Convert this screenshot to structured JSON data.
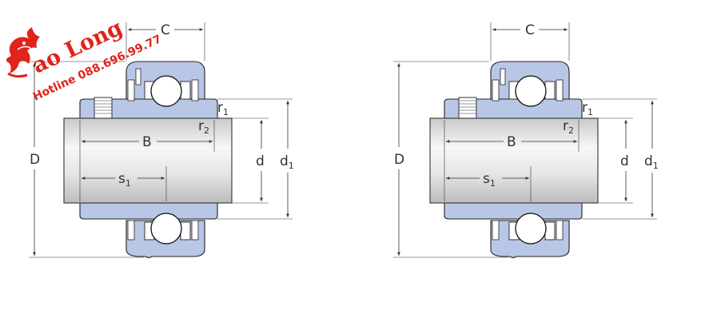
{
  "logo": {
    "brand": "ao Long",
    "hotline": "Hotline 088.696.99.77",
    "color": "#e0231b"
  },
  "colors": {
    "housing": "#b9c7e6",
    "shaft_light": "#f4f4f4",
    "shaft_dark": "#bdbdbd"
  },
  "figures": [
    {
      "labels": {
        "C": "C",
        "B": "B",
        "D": "D",
        "d": "d",
        "d1": "d",
        "d1_sub": "1",
        "r1": "r",
        "r1_sub": "1",
        "r2": "r",
        "r2_sub": "2",
        "s1": "s",
        "s1_sub": "1"
      }
    },
    {
      "labels": {
        "C": "C",
        "B": "B",
        "D": "D",
        "d": "d",
        "d1": "d",
        "d1_sub": "1",
        "r1": "r",
        "r1_sub": "1",
        "r2": "r",
        "r2_sub": "2",
        "s1": "s",
        "s1_sub": "1"
      }
    }
  ]
}
